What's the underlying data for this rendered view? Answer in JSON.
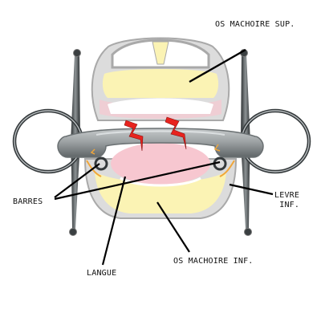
{
  "labels": {
    "upper_jaw": "OS MACHOIRE SUP.",
    "bars": "BARRES",
    "lip_line1": "LEVRE",
    "lip_line2": "INF.",
    "tongue": "LANGUE",
    "lower_jaw": "OS MACHOIRE INF."
  },
  "colors": {
    "bone": "#fbf3b4",
    "bone_outline": "#a9a9a9",
    "tongue": "#f7c7d0",
    "bit_metal": "#9aa0a2",
    "ring_metal": "#34393b",
    "pain_mark": "#e8231e",
    "line": "#000000"
  },
  "icons": [
    "pain-lightning-icon"
  ]
}
